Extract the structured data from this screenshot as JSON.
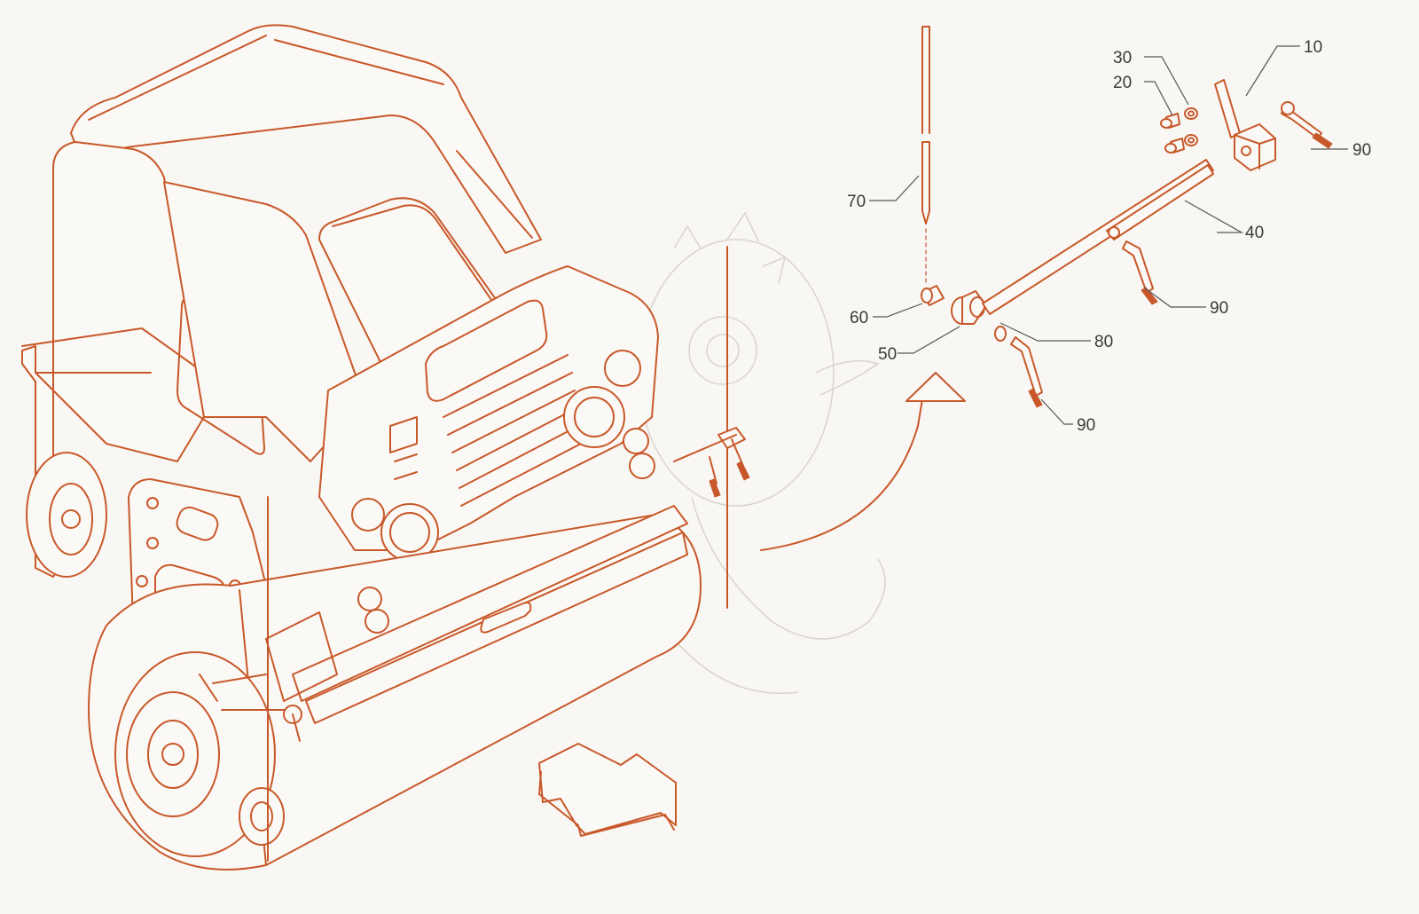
{
  "diagram": {
    "callouts": [
      {
        "id": "c10",
        "text": "10"
      },
      {
        "id": "c20",
        "text": "20"
      },
      {
        "id": "c30",
        "text": "30"
      },
      {
        "id": "c40",
        "text": "40"
      },
      {
        "id": "c50",
        "text": "50"
      },
      {
        "id": "c60",
        "text": "60"
      },
      {
        "id": "c70",
        "text": "70"
      },
      {
        "id": "c80",
        "text": "80"
      },
      {
        "id": "c90a",
        "text": "90"
      },
      {
        "id": "c90b",
        "text": "90"
      },
      {
        "id": "c90c",
        "text": "90"
      }
    ],
    "line_color": "#c8582a",
    "background_color": "#f8f7f3"
  }
}
